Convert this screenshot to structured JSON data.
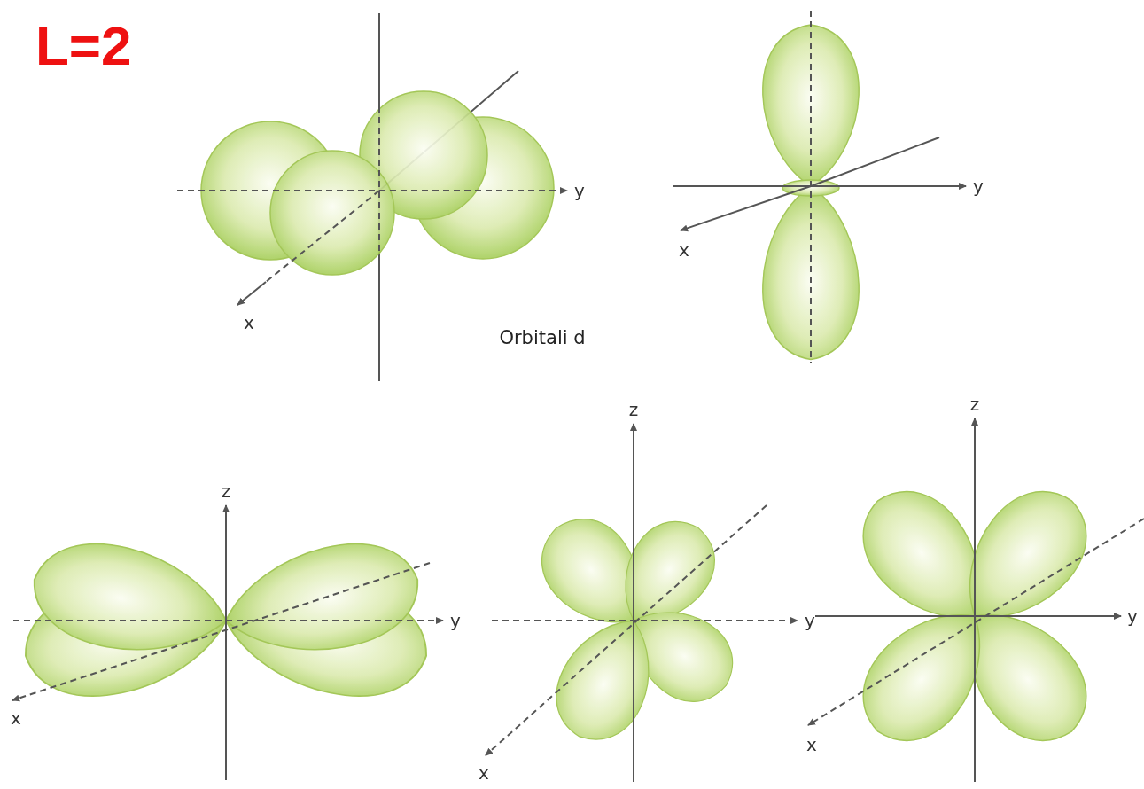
{
  "diagram": {
    "labels": [
      "L=2",
      "y",
      "x",
      "y",
      "x",
      "Orbitali d",
      "z",
      "y",
      "x",
      "z",
      "y",
      "x",
      "z",
      "y",
      "x"
    ]
  }
}
